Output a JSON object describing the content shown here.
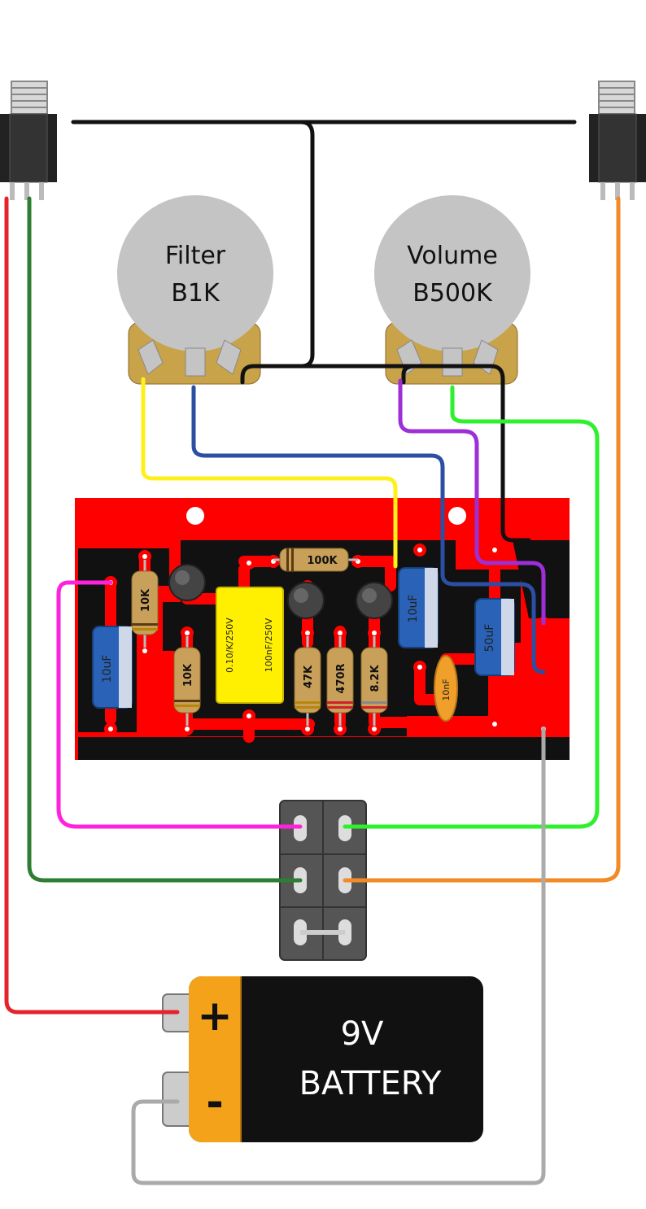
{
  "pots": [
    {
      "name": "Filter",
      "value": "B1K"
    },
    {
      "name": "Volume",
      "value": "B500K"
    }
  ],
  "resistors": [
    "10K",
    "10K",
    "100K",
    "47K",
    "470R",
    "8.2K"
  ],
  "capacitors": {
    "electrolytic": [
      "10uF",
      "10uF",
      "50uF"
    ],
    "film": [
      "0.10/K/250V",
      "100nF/250V"
    ],
    "ceramic": "10nF"
  },
  "battery": {
    "plus": "+",
    "minus": "-",
    "label_line1": "9V",
    "label_line2": "BATTERY"
  },
  "colors": {
    "board": "#ff0000",
    "board_dark": "#111111",
    "wire_red": "#e3242b",
    "wire_dark_green": "#2e7d32",
    "wire_orange": "#f28a25",
    "wire_black": "#111111",
    "wire_yellow": "#ffef1a",
    "wire_blue": "#2a4fa3",
    "wire_purple": "#9c2fd6",
    "wire_bright_green": "#2ef02e",
    "wire_magenta": "#ff22dd",
    "wire_gray": "#aaaaaa",
    "battery_orange": "#f5a21b",
    "pot_gold": "#c8a34a",
    "pot_knob": "#c4c4c4"
  }
}
